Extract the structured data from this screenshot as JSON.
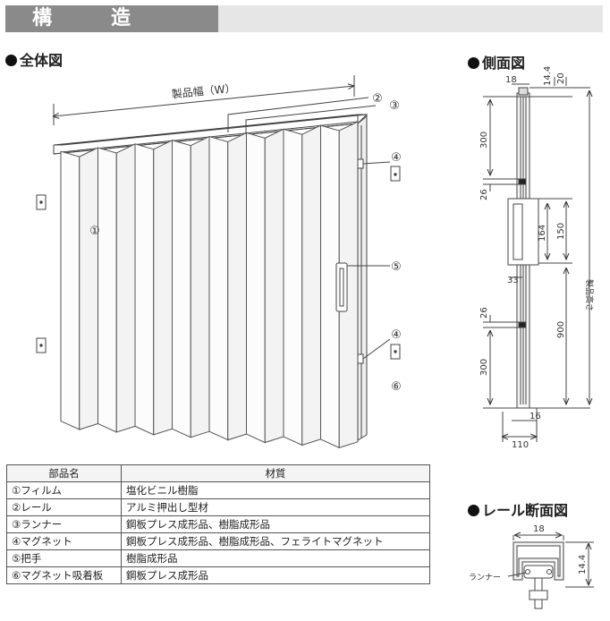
{
  "header": {
    "title": "構　造"
  },
  "sections": {
    "overall": "全体図",
    "side": "側面図",
    "rail": "レール断面図"
  },
  "overall": {
    "width_label": "製品幅（W）",
    "callouts": [
      "①",
      "②",
      "③",
      "④",
      "⑤",
      "④",
      "⑥"
    ]
  },
  "side": {
    "dims": [
      "18",
      "14.4",
      "20",
      "300",
      "26",
      "164",
      "150",
      "33",
      "26",
      "900",
      "300",
      "16",
      "110"
    ],
    "height_label": "製品高さ"
  },
  "rail": {
    "width": "18",
    "height": "14.4",
    "runner_label": "ランナー"
  },
  "parts_table": {
    "headers": [
      "部品名",
      "材質"
    ],
    "rows": [
      [
        "①フィルム",
        "塩化ビニル樹脂"
      ],
      [
        "②レール",
        "アルミ押出し型材"
      ],
      [
        "③ランナー",
        "鋼板プレス成形品、樹脂成形品"
      ],
      [
        "④マグネット",
        "鋼板プレス成形品、樹脂成形品、フェライトマグネット"
      ],
      [
        "⑤把手",
        "樹脂成形品"
      ],
      [
        "⑥マグネット吸着板",
        "鋼板プレス成形品"
      ]
    ]
  }
}
